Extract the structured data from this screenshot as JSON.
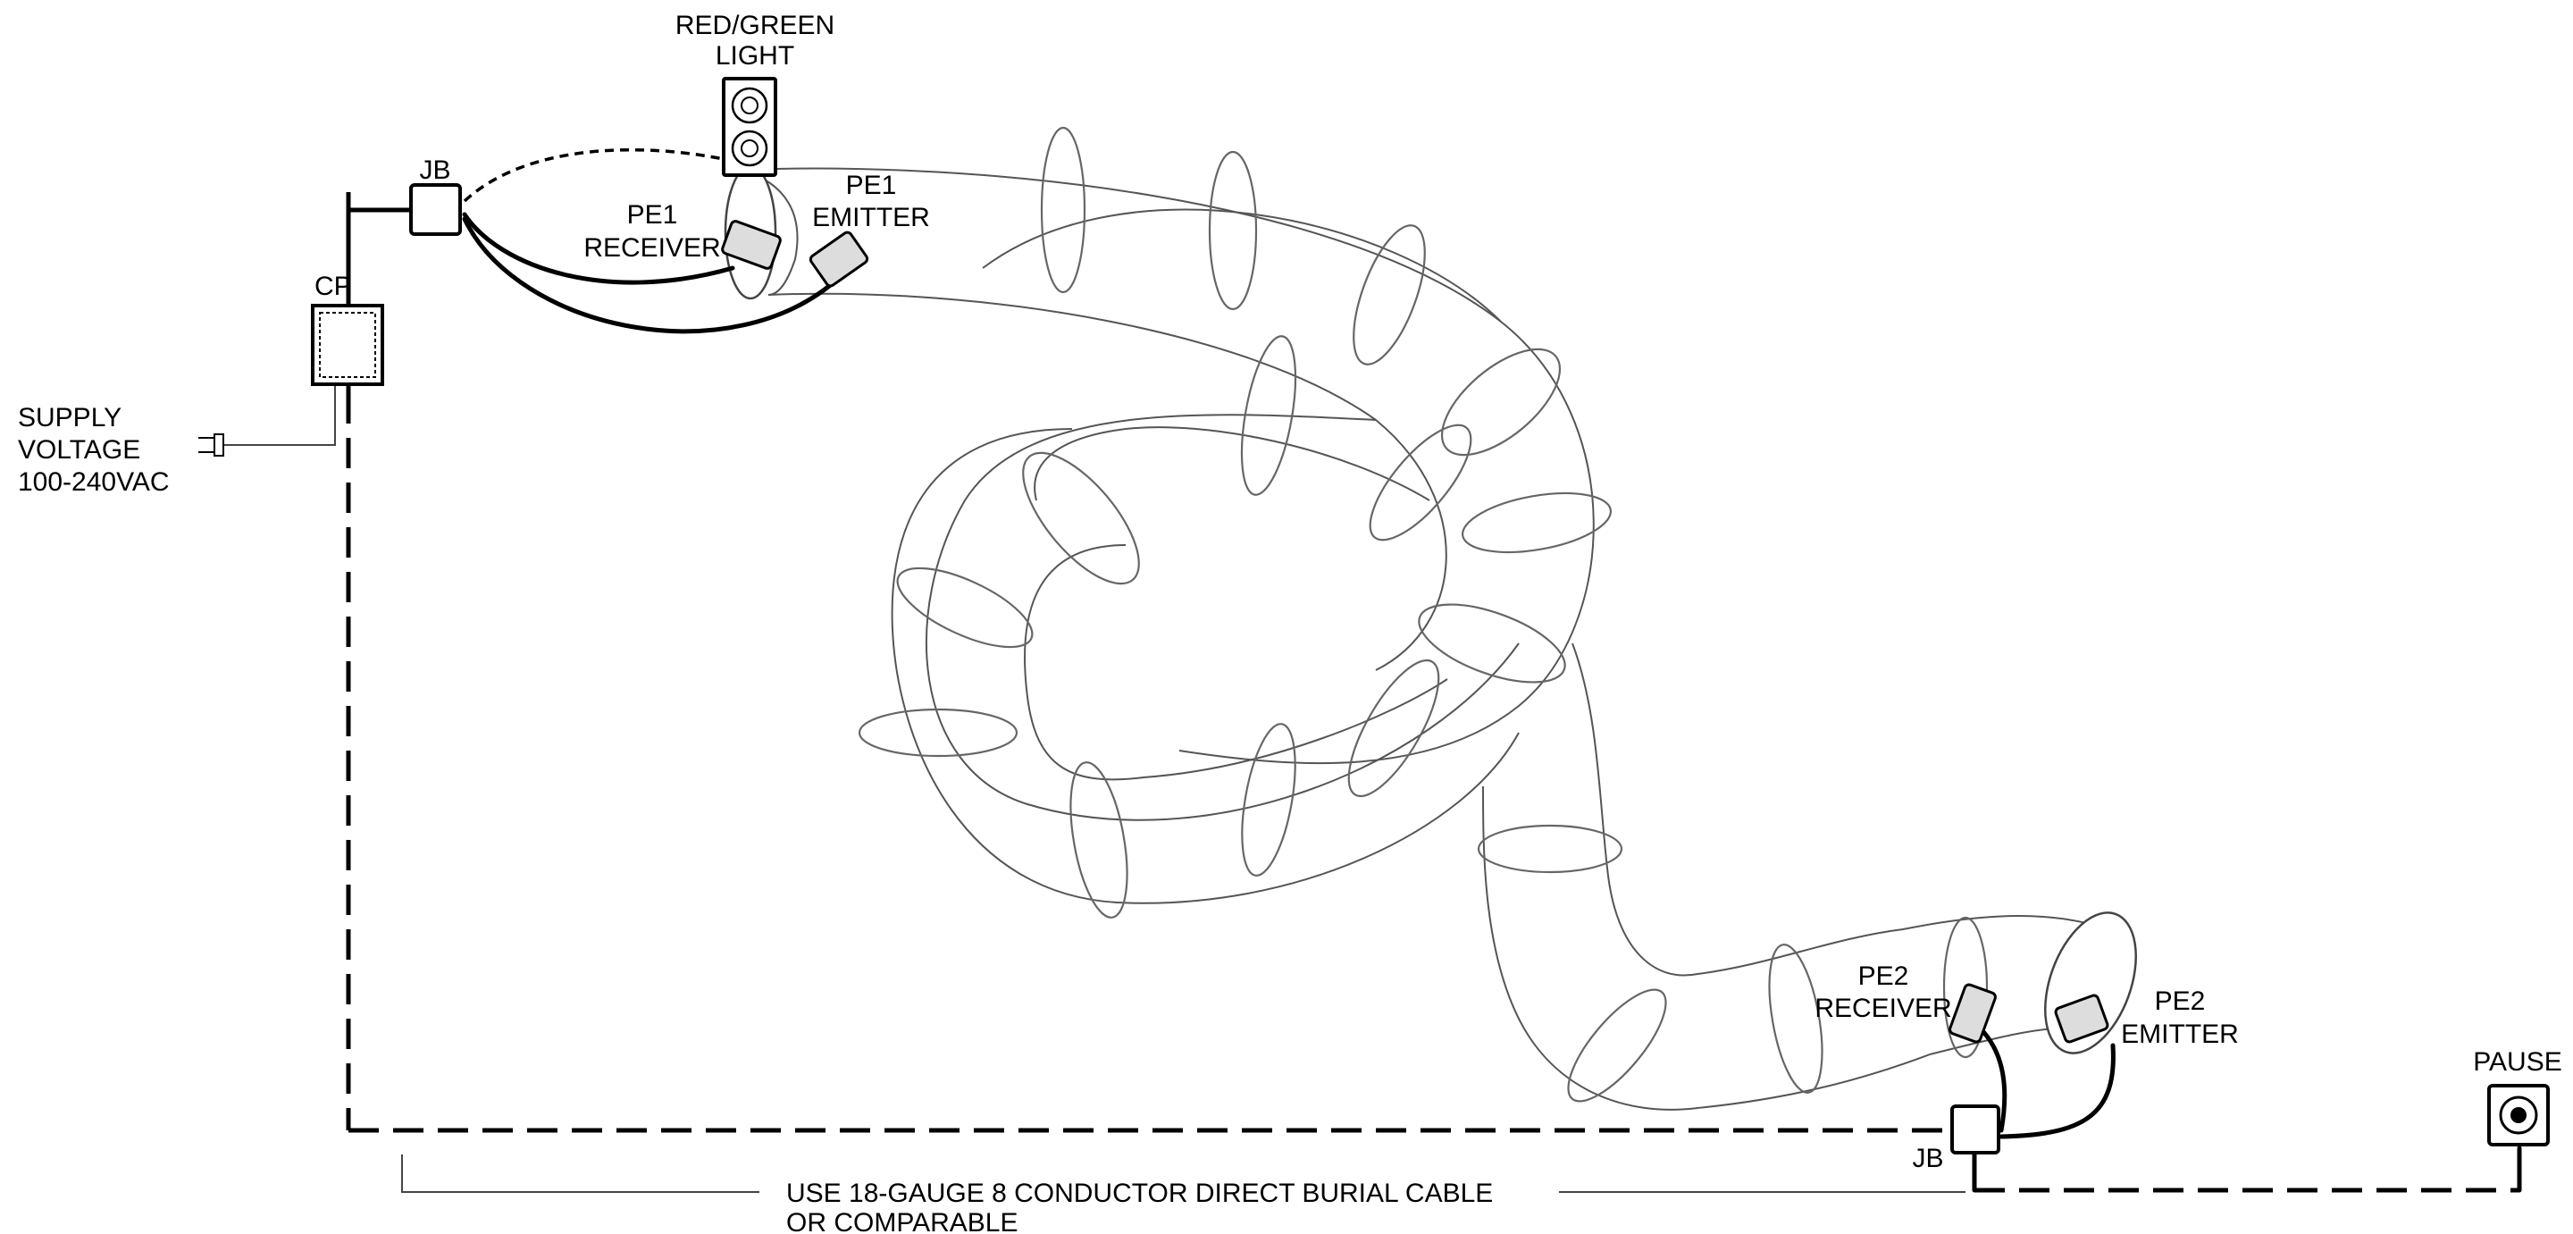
{
  "labels": {
    "red_green_light_line1": "RED/GREEN",
    "red_green_light_line2": "LIGHT",
    "jb_top": "JB",
    "pe1_receiver_line1": "PE1",
    "pe1_receiver_line2": "RECEIVER",
    "pe1_emitter_line1": "PE1",
    "pe1_emitter_line2": "EMITTER",
    "cp": "CP",
    "supply_line1": "SUPPLY",
    "supply_line2": "VOLTAGE",
    "supply_line3": "100-240VAC",
    "pe2_receiver_line1": "PE2",
    "pe2_receiver_line2": "RECEIVER",
    "pe2_emitter_line1": "PE2",
    "pe2_emitter_line2": "EMITTER",
    "pause": "PAUSE",
    "jb_bottom": "JB",
    "cable_note_line1": "USE 18-GAUGE 8 CONDUCTOR DIRECT BURIAL CABLE",
    "cable_note_line2": "OR COMPARABLE"
  },
  "icons": {
    "light": "traffic-light-icon",
    "plug": "power-plug-icon",
    "junction_box": "junction-box-icon",
    "control_panel": "control-panel-icon",
    "pause_button": "pause-button-icon",
    "sensor": "photo-eye-sensor-icon"
  }
}
